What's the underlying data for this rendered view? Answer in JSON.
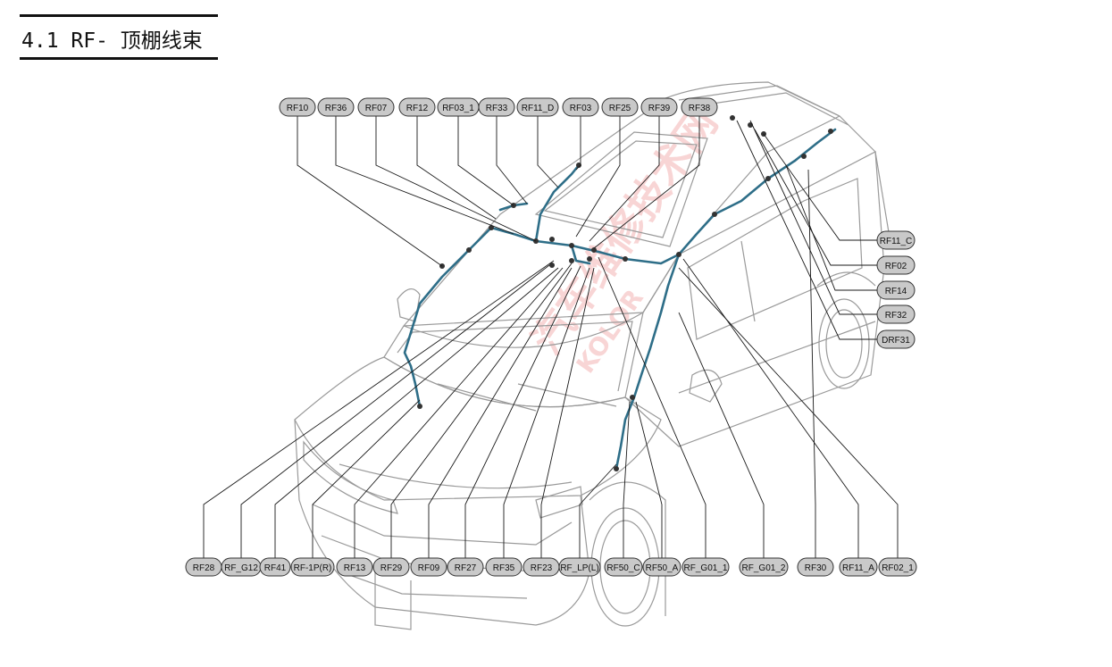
{
  "section": {
    "number": "4.1",
    "title": "RF- 顶棚线束"
  },
  "colors": {
    "harness": "#2e6e88",
    "tag_fill": "#c9c9c9",
    "car_line": "#9a9a9a",
    "leader": "#1a1a1a",
    "watermark": "#f4b4b4"
  },
  "watermark": {
    "text": "汽车维修技术网",
    "sub": "KOLOR"
  },
  "labels": {
    "top": [
      "RF10",
      "RF36",
      "RF07",
      "RF12",
      "RF03_1",
      "RF33",
      "RF11_D",
      "RF03",
      "RF25",
      "RF39",
      "RF38"
    ],
    "right": [
      "RF11_C",
      "RF02",
      "RF14",
      "RF32",
      "DRF31"
    ],
    "bottom": [
      "RF28",
      "RF_G12",
      "RF41",
      "RF-1P(R)",
      "RF13",
      "RF29",
      "RF09",
      "RF27",
      "RF35",
      "RF23",
      "RF_LP(L)",
      "RF50_C",
      "RF50_A",
      "RF_G01_1",
      "RF_G01_2",
      "RF30",
      "RF11_A",
      "RF02_1"
    ]
  }
}
